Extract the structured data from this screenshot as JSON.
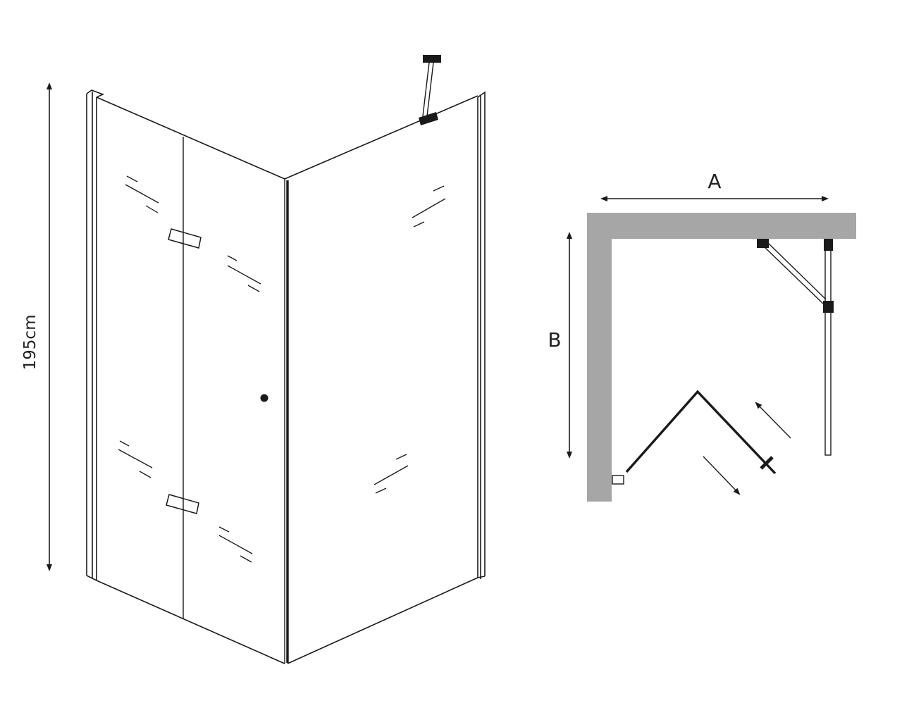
{
  "labels": {
    "height": "195cm",
    "width_label": "A",
    "depth_label": "B"
  },
  "colors": {
    "line": "#1a1a1a",
    "wall": "#a6a6a6",
    "background": "#ffffff"
  }
}
